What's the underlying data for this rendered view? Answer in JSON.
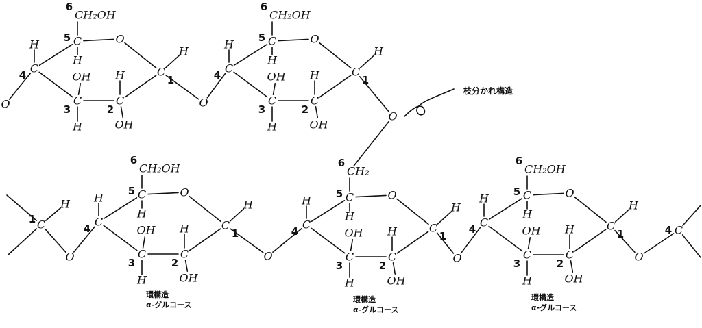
{
  "atoms": {
    "C": "C",
    "O": "O",
    "H": "H",
    "OH": "OH",
    "CH2OH": "CH₂OH",
    "CH2": "CH₂"
  },
  "position_numbers": {
    "c1": "1",
    "c2": "2",
    "c3": "3",
    "c4": "4",
    "c5": "5",
    "c6": "6"
  },
  "branch_label": "枝分かれ構造",
  "captions": [
    {
      "line1": "環構造",
      "line2": "α-グルコース"
    },
    {
      "line1": "環構造",
      "line2": "α-グルコース"
    },
    {
      "line1": "環構造",
      "line2": "α-グルコース"
    }
  ]
}
